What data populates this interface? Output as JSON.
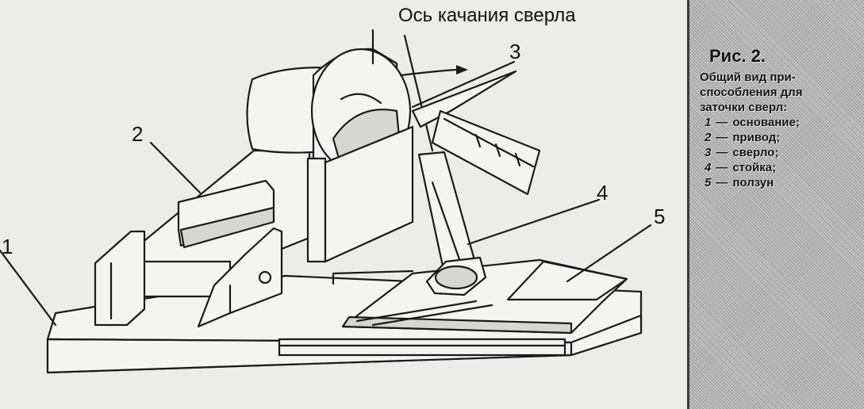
{
  "axis_label": "Ось качания сверла",
  "callouts": [
    "1",
    "2",
    "3",
    "4",
    "5"
  ],
  "caption": {
    "title": "Рис. 2.",
    "lines": [
      "Общий вид при-",
      "способления для",
      "заточки сверл:"
    ],
    "legend": [
      {
        "num": "1",
        "text": "основание;"
      },
      {
        "num": "2",
        "text": "привод;"
      },
      {
        "num": "3",
        "text": "сверло;"
      },
      {
        "num": "4",
        "text": "стойка;"
      },
      {
        "num": "5",
        "text": "ползун"
      }
    ]
  },
  "colors": {
    "line": "#1a1a1a",
    "paper": "#ecece9",
    "halftone": "#bdbdbd"
  }
}
